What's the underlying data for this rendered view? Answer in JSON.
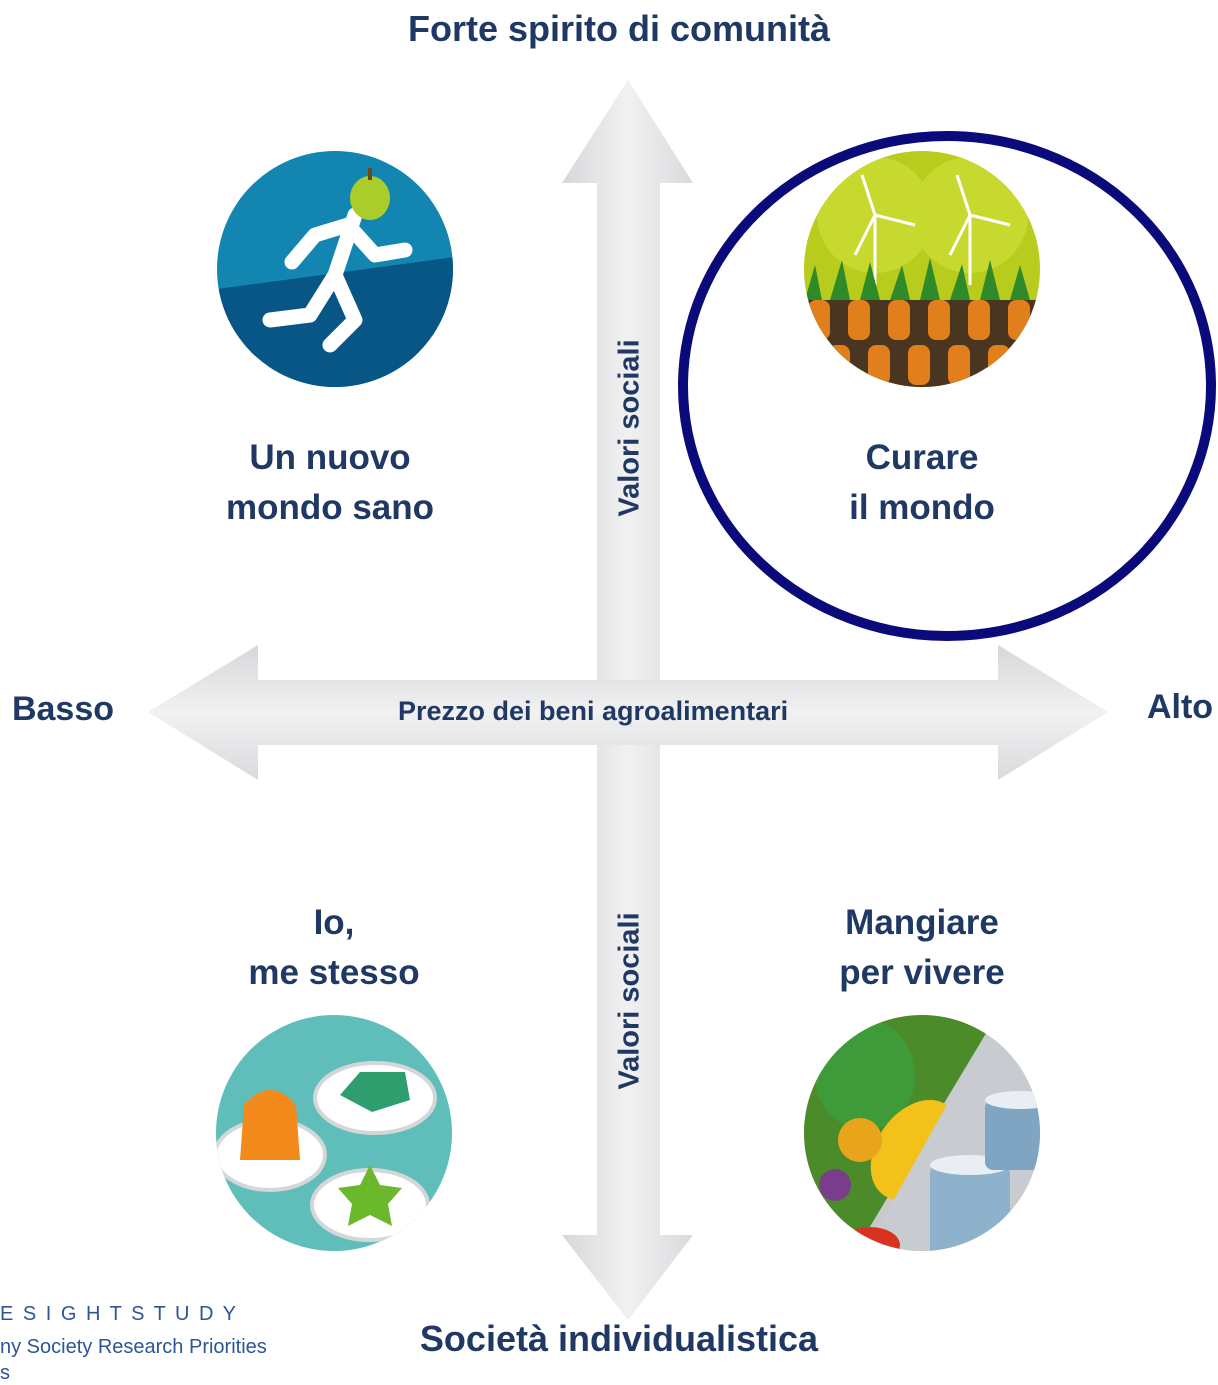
{
  "axes": {
    "top": "Forte spirito di comunità",
    "bottom": "Società individualistica",
    "left": "Basso",
    "right": "Alto",
    "horizontal_label": "Prezzo dei beni agroalimentari",
    "vertical_label_upper": "Valori sociali",
    "vertical_label_lower": "Valori sociali"
  },
  "quadrants": {
    "top_left": {
      "line1": "Un nuovo",
      "line2": "mondo sano",
      "icon": "runner-apple-icon"
    },
    "top_right": {
      "line1": "Curare",
      "line2": "il mondo",
      "icon": "wind-turbines-carrots-icon",
      "highlighted": true
    },
    "bottom_left": {
      "line1": "Io,",
      "line2": "me stesso",
      "icon": "jelly-desserts-icon"
    },
    "bottom_right": {
      "line1": "Mangiare",
      "line2": "per vivere",
      "icon": "fruit-and-cans-icon"
    }
  },
  "footer": {
    "line1": "E S I G H T S T U D Y",
    "line2": "ny Society Research Priorities",
    "line3": "s"
  },
  "colors": {
    "text": "#1f3864",
    "highlight_ring": "#0a0a7a",
    "arrow": "#e9e9ea"
  }
}
